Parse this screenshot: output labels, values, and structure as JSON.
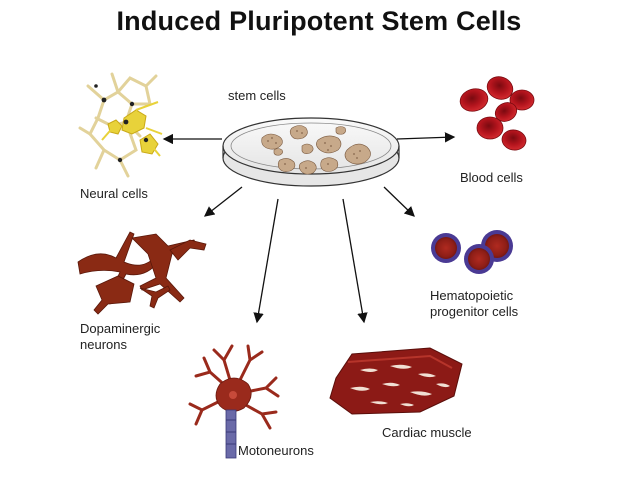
{
  "title": "Induced Pluripotent Stem Cells",
  "labels": {
    "center": "stem cells",
    "neural": "Neural cells",
    "blood": "Blood cells",
    "dopaminergic": [
      "Dopaminergic",
      "neurons"
    ],
    "hematopoietic": [
      "Hematopoietic",
      "progenitor cells"
    ],
    "motoneurons": "Motoneurons",
    "cardiac": "Cardiac muscle"
  },
  "colors": {
    "neural_yellow": "#e8d23a",
    "neural_beige": "#e2d29a",
    "neuron_brown": "#8a2a14",
    "blood_red": "#b3141d",
    "hema_purple": "#4a3a94",
    "cardiac_red": "#8c1a16",
    "dish_colony": "#b89a7a"
  }
}
